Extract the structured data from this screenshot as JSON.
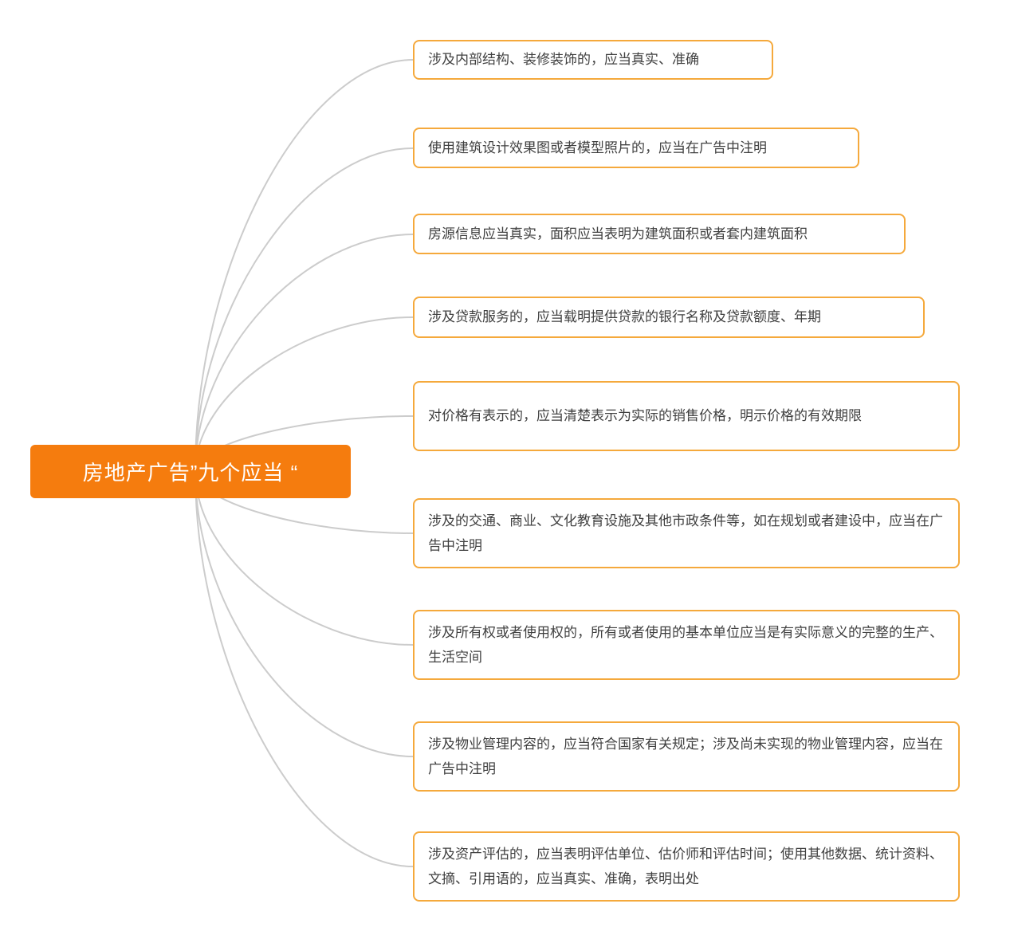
{
  "diagram": {
    "type": "mindmap",
    "root": {
      "label": "房地产广告”九个应当 “"
    },
    "branches": [
      {
        "text": "涉及内部结构、装修装饰的，应当真实、准确"
      },
      {
        "text": "使用建筑设计效果图或者模型照片的，应当在广告中注明"
      },
      {
        "text": "房源信息应当真实，面积应当表明为建筑面积或者套内建筑面积"
      },
      {
        "text": "涉及贷款服务的，应当载明提供贷款的银行名称及贷款额度、年期"
      },
      {
        "text": "对价格有表示的，应当清楚表示为实际的销售价格，明示价格的有效期限"
      },
      {
        "text": "涉及的交通、商业、文化教育设施及其他市政条件等，如在规划或者建设中，应当在广告中注明"
      },
      {
        "text": "涉及所有权或者使用权的，所有或者使用的基本单位应当是有实际意义的完整的生产、生活空间"
      },
      {
        "text": "涉及物业管理内容的，应当符合国家有关规定；涉及尚未实现的物业管理内容，应当在广告中注明"
      },
      {
        "text": "涉及资产评估的，应当表明评估单位、估价师和评估时间；使用其他数据、统计资料、文摘、引用语的，应当真实、准确，表明出处"
      }
    ],
    "colors": {
      "root_bg": "#f57c0e",
      "root_text": "#ffffff",
      "node_border": "#f5a93c",
      "node_text": "#404040",
      "connector": "#cccccc",
      "background": "#ffffff"
    }
  }
}
